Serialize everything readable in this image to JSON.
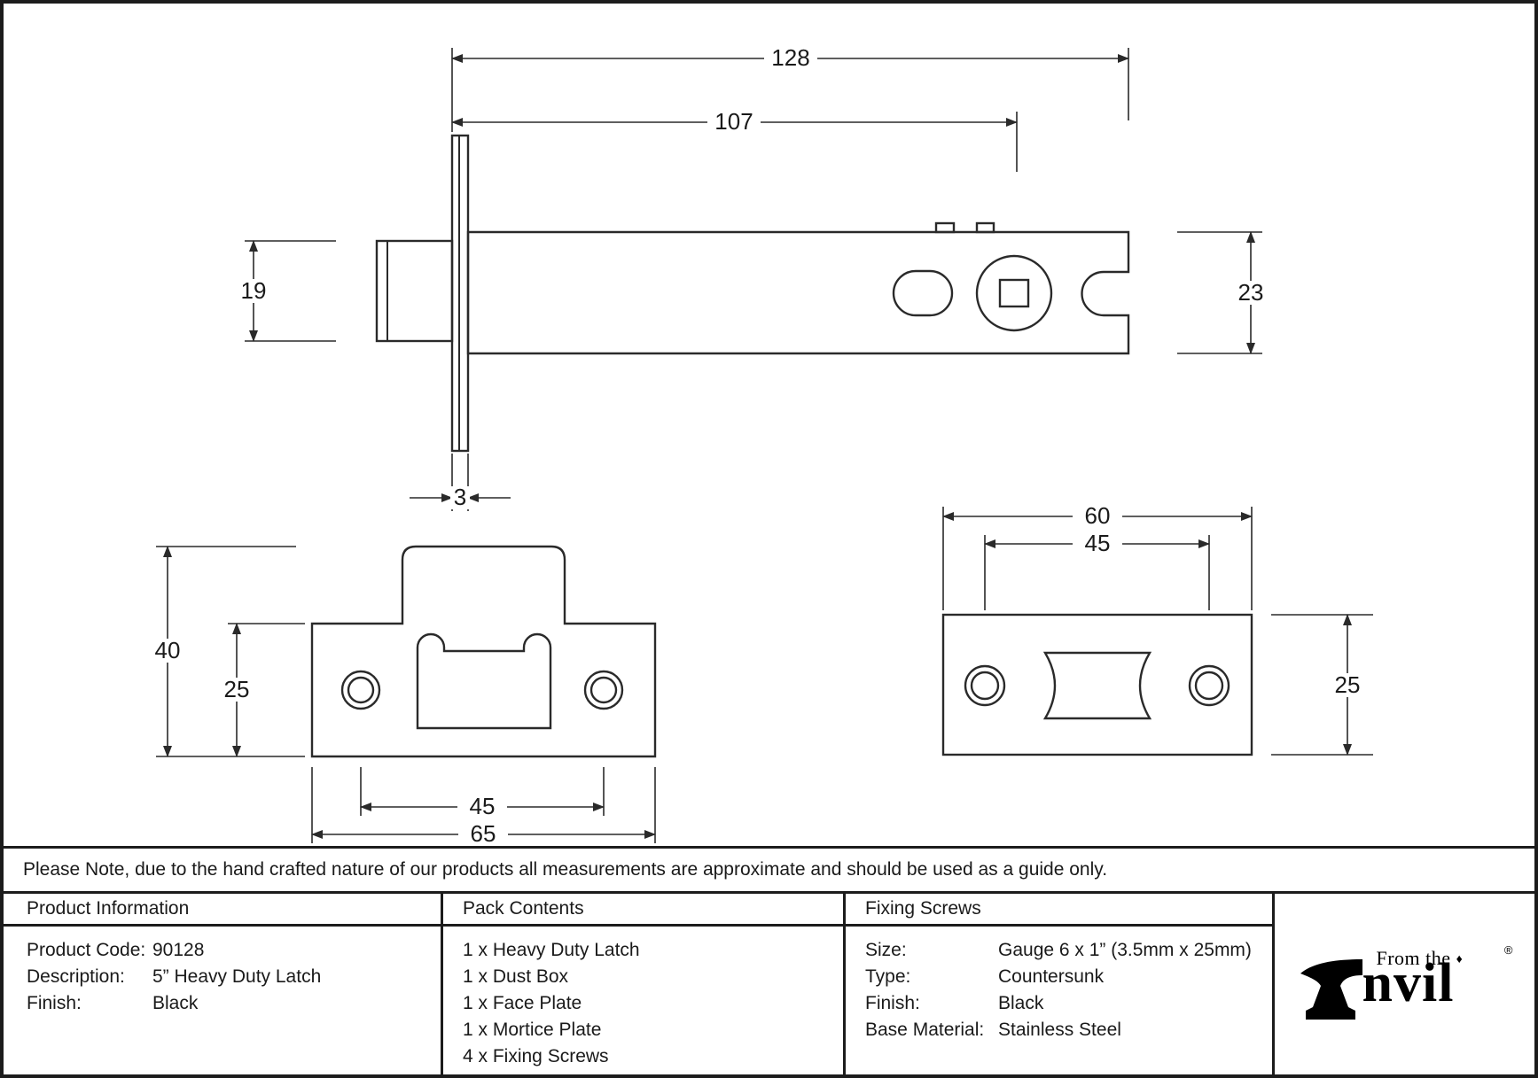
{
  "colors": {
    "ink": "#2a2a2a",
    "text": "#1a1a1a"
  },
  "drawing": {
    "top_view": {
      "dim_overall_length": "128",
      "dim_case_length": "107",
      "dim_bolt_height": "19",
      "dim_case_height": "23",
      "dim_faceplate_thickness": "3"
    },
    "face_plate_view": {
      "dim_total_height": "40",
      "dim_plate_height": "25",
      "dim_hole_centres": "45",
      "dim_plate_width": "65"
    },
    "mortice_plate_view": {
      "dim_plate_width": "60",
      "dim_hole_centres": "45",
      "dim_plate_height": "25"
    }
  },
  "note": {
    "text": "Please Note, due to the hand crafted nature of our products all measurements are approximate and should be used as a guide only."
  },
  "table": {
    "product_information": {
      "header": "Product Information",
      "rows": [
        {
          "label": "Product Code:",
          "value": "90128"
        },
        {
          "label": "Description:",
          "value": "5” Heavy Duty Latch"
        },
        {
          "label": "Finish:",
          "value": "Black"
        }
      ]
    },
    "pack_contents": {
      "header": "Pack Contents",
      "items": [
        "1 x Heavy Duty Latch",
        "1 x Dust Box",
        "1 x Face Plate",
        "1 x Mortice Plate",
        "4 x Fixing Screws"
      ]
    },
    "fixing_screws": {
      "header": "Fixing Screws",
      "rows": [
        {
          "label": "Size:",
          "value": "Gauge 6 x 1” (3.5mm x 25mm)"
        },
        {
          "label": "Type:",
          "value": "Countersunk"
        },
        {
          "label": "Finish:",
          "value": "Black"
        },
        {
          "label": "Base Material:",
          "value": "Stainless Steel"
        }
      ]
    }
  },
  "logo": {
    "prefix": "From the",
    "diamond": "♦",
    "word": "nvil",
    "registered": "®"
  }
}
